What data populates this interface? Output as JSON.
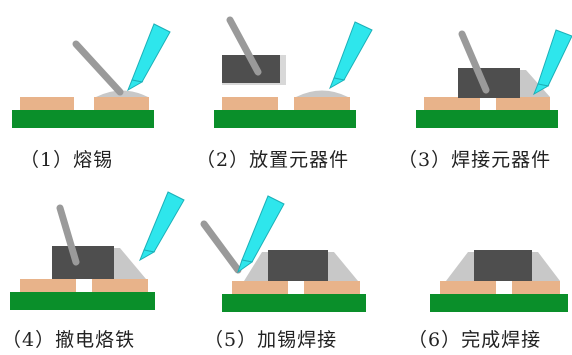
{
  "colors": {
    "board": "#0a8f2a",
    "pad": "#e8b38a",
    "component": "#4e4e4e",
    "solder": "#c8c8c8",
    "iron": "#9a9a9a",
    "wire": "#2ee6ec"
  },
  "steps": [
    {
      "label": "（1）熔锡"
    },
    {
      "label": "（2）放置元器件"
    },
    {
      "label": "（3）焊接元器件"
    },
    {
      "label": "（4）撤电烙铁"
    },
    {
      "label": "（5）加锡焊接"
    },
    {
      "label": "（6）完成焊接"
    }
  ]
}
